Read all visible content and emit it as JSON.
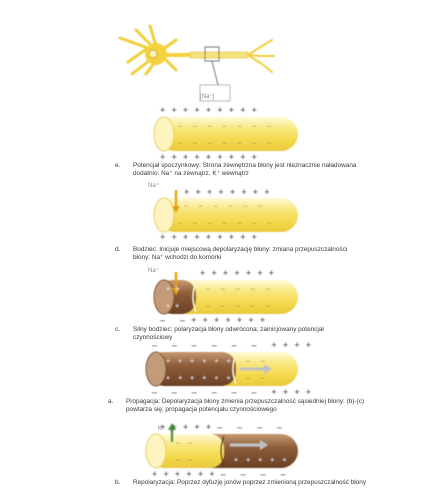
{
  "labels": {
    "na_bracket": "[Na⁺]",
    "na_1": "Na⁺",
    "na_2": "Na⁺",
    "k_plus": "K⁺"
  },
  "panels": [
    {
      "letter": "e.",
      "text": "Potencjał spoczynkowy: Strona zewnętrzna błony jest nieznacznie naładowana dodatnio: Na⁺ na zewnątrz, K⁺ wewnątrz"
    },
    {
      "letter": "d.",
      "text": "Bodziec: Inicjuje miejscową depolaryzację błony: zmiana przepuszczalności błony: Na⁺ wchodzi do komórki"
    },
    {
      "letter": "c.",
      "text": "Silny bodziec: polaryzacja błony odwrócona; zainicjowany potencjał czynnościowy"
    },
    {
      "letter": "a.",
      "text": "Propagacja: Depolaryzacja błony zmienia przepuszczalność sąsiedniej błony: (b)-(c) powtarza się; propagacja potencjału czynnościowego"
    },
    {
      "letter": "b.",
      "text": "Repolaryzacja: Poprzez dyfuzję jonów poprzez zmienioną przepuszczalność błony"
    }
  ],
  "colors": {
    "axon_yellow": "#f6e06a",
    "axon_light": "#fdf6c8",
    "axon_brown": "#8a5a3a",
    "neuron_yellow": "#f3d23c",
    "arrow_gray": "#bfbfbf",
    "arrow_k": "#4a8f3c",
    "arrow_na": "#e0a300"
  }
}
